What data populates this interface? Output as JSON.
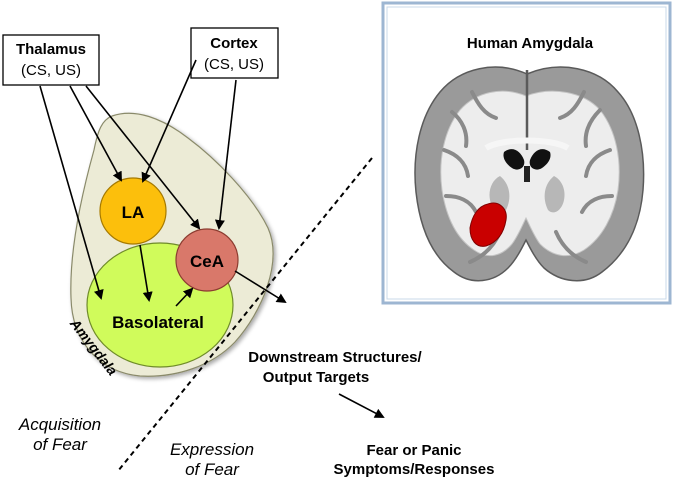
{
  "source_boxes": {
    "thalamus": {
      "name": "Thalamus",
      "inputs": "(CS, US)"
    },
    "cortex": {
      "name": "Cortex",
      "inputs": "(CS, US)"
    }
  },
  "nuclei": {
    "la": "LA",
    "cea": "CeA",
    "basolateral": "Basolateral"
  },
  "amygdala_label": "Amygdala",
  "phases": {
    "acquisition": {
      "line1": "Acquisition",
      "line2": "of Fear"
    },
    "expression": {
      "line1": "Expression",
      "line2": "of Fear"
    }
  },
  "outputs": {
    "downstream": {
      "line1": "Downstream Structures/",
      "line2": "Output Targets"
    },
    "symptoms": {
      "line1": "Fear or Panic",
      "line2": "Symptoms/Responses"
    }
  },
  "brain_panel": {
    "title": "Human Amygdala"
  },
  "colors": {
    "amygdala_fill": "#ecebd6",
    "la_fill": "#fcbf0c",
    "cea_fill": "#d9786a",
    "basolateral_fill": "#d0fb5b",
    "panel_border": "#9db6d2",
    "highlight_red": "#c90000"
  }
}
